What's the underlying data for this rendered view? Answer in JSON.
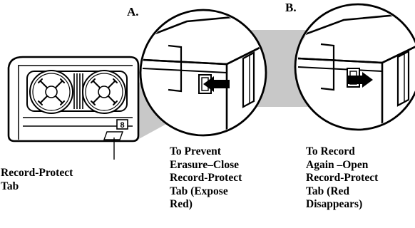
{
  "figure": {
    "panel_a_label": "A.",
    "panel_b_label": "B.",
    "tab_callout": "Record-Protect\nTab",
    "caption_a": "To Prevent\nErasure–Close\nRecord-Protect\nTab (Expose\nRed)",
    "caption_b": "To Record\nAgain –Open\nRecord-Protect\nTab (Red\nDisappears)",
    "cassette_window_number": "8"
  },
  "colors": {
    "ink": "#000000",
    "shade": "#c8c8c8",
    "background": "#ffffff"
  }
}
